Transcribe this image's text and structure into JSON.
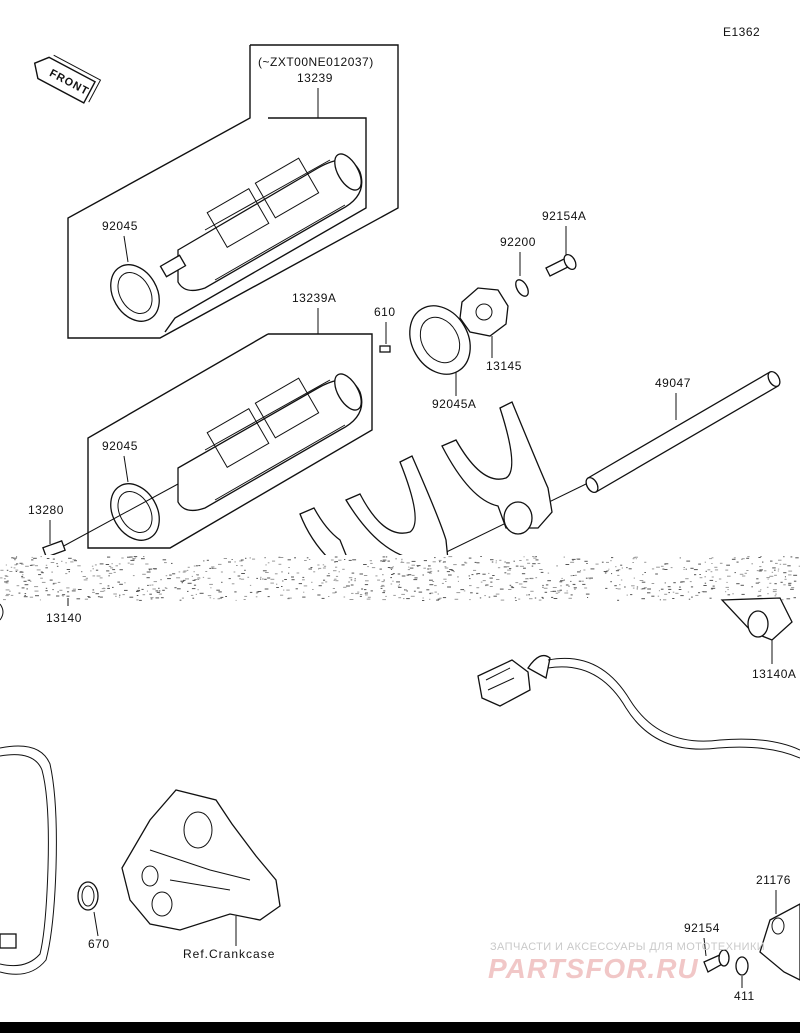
{
  "diagram_code": "E1362",
  "front_badge": "FRONT",
  "serial_note": "(~ZXT00NE012037)",
  "part_numbers": {
    "p13239": "13239",
    "p92045_top": "92045",
    "p13239A": "13239A",
    "p610": "610",
    "p92045_bottom": "92045",
    "p13280": "13280",
    "p13140": "13140",
    "p92154A": "92154A",
    "p92200": "92200",
    "p13145": "13145",
    "p92045A": "92045A",
    "p49047": "49047",
    "p13140A": "13140A",
    "p670": "670",
    "p21176": "21176",
    "p92154": "92154",
    "p411": "411"
  },
  "ref_label": "Ref.Crankcase",
  "watermark": {
    "tagline": "ЗАПЧАСТИ И АКСЕССУАРЫ ДЛЯ МОТОТЕХНИКИ",
    "brand": "PARTSFOR.RU"
  },
  "colors": {
    "line": "#111111",
    "background": "#ffffff",
    "watermark_text": "#c9c9c9",
    "watermark_brand": "#f1c7c7"
  }
}
